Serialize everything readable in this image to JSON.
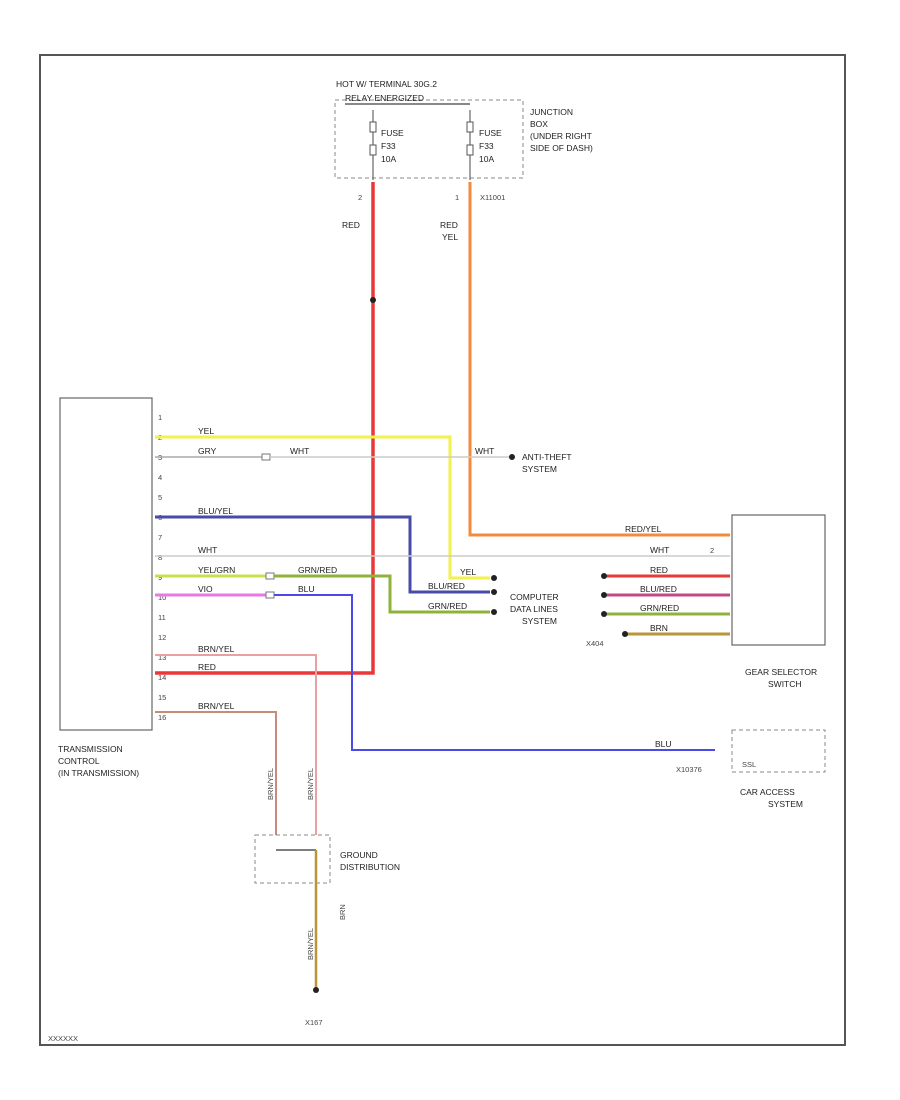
{
  "fuse_block": {
    "header_line1": "HOT W/ TERMINAL 30G.2",
    "header_line2": "RELAY ENERGIZED",
    "fuse_left": [
      "FUSE",
      "F33",
      "10A"
    ],
    "fuse_right": [
      "FUSE",
      "F33",
      "10A"
    ],
    "pin_left": "2",
    "pin_right": "1",
    "connector": "X11001",
    "location": [
      "JUNCTION",
      "BOX",
      "(UNDER RIGHT",
      "SIDE OF DASH)"
    ]
  },
  "modules": {
    "tcm": [
      "TRANSMISSION",
      "CONTROL",
      "(IN TRANSMISSION)"
    ],
    "gear_selector": [
      "GEAR SELECTOR",
      "SWITCH"
    ],
    "car_access": [
      "CAR ACCESS",
      "SYSTEM"
    ],
    "car_access_pin": "SSL",
    "car_access_connector": "X10376",
    "computer_data": [
      "COMPUTER",
      "DATA LINES",
      "SYSTEM"
    ],
    "antitheft": [
      "ANTI-THEFT",
      "SYSTEM"
    ],
    "ground_dist": [
      "GROUND",
      "DISTRIBUTION"
    ],
    "ground_point": "X167"
  },
  "tcm_pins": [
    "1",
    "2",
    "3",
    "4",
    "5",
    "6",
    "7",
    "8",
    "9",
    "10",
    "11",
    "12",
    "13",
    "14",
    "15",
    "16"
  ],
  "wire_labels": {
    "red_left": "RED",
    "red_right": [
      "RED",
      "YEL"
    ],
    "yel": "YEL",
    "gry": "GRY",
    "wht_mid": "WHT",
    "wht_right": "WHT",
    "wht_pin7": "WHT",
    "blu_yel": "BLU/YEL",
    "yel_grn": "YEL/GRN",
    "grn_red": "GRN/RED",
    "vio": "VIO",
    "blu_mid": "BLU",
    "brn_yel_1": "BRN/YEL",
    "red_14": "RED",
    "brn_yel_2": "BRN/YEL",
    "yel_data": "YEL",
    "blu_red": "BLU/RED",
    "grn_red_data": "GRN/RED",
    "red_yel_gs": "RED/YEL",
    "wht_gs": "WHT",
    "red_gs": "RED",
    "blu_red_gs": "BLU/RED",
    "grn_red_gs": "GRN/RED",
    "brn_gs": "BRN",
    "blu_ca": "BLU",
    "brown_v1": "BRN/YEL",
    "brown_v2": "BRN/YEL",
    "brown_v3": "BRN/YEL",
    "brn_ground": "BRN"
  },
  "connectors": {
    "x404": "X404",
    "gs_pin": "2"
  },
  "footer_code": "XXXXXX"
}
